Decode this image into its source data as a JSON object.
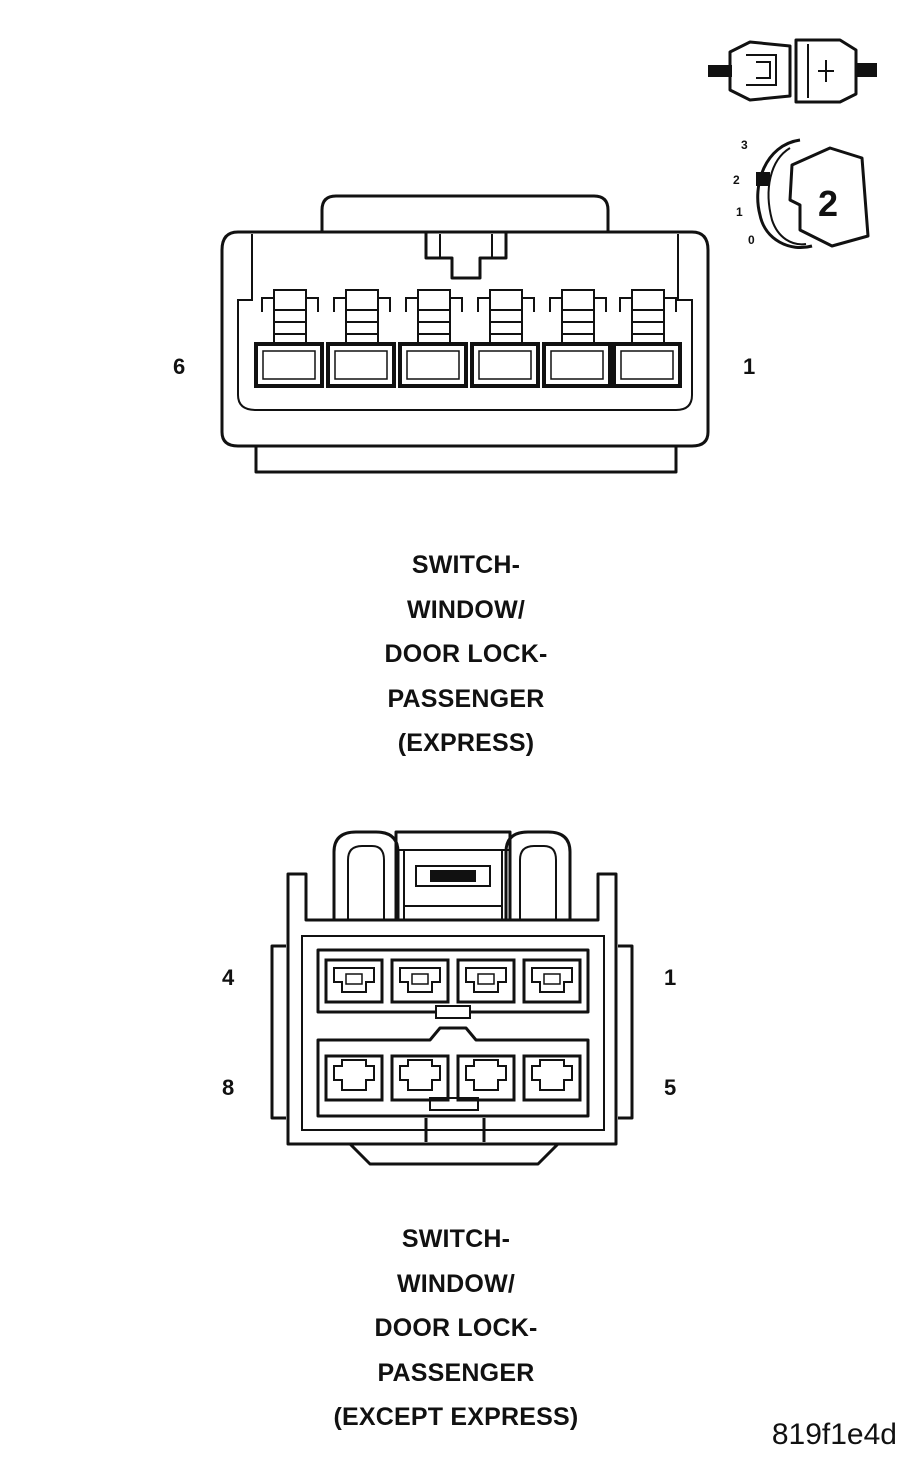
{
  "connector_top": {
    "pin_left": "6",
    "pin_right": "1",
    "caption": [
      "SWITCH-",
      "WINDOW/",
      "DOOR LOCK-",
      "PASSENGER",
      "(EXPRESS)"
    ]
  },
  "connector_bottom": {
    "pin_top_left": "4",
    "pin_top_right": "1",
    "pin_bottom_left": "8",
    "pin_bottom_right": "5",
    "caption": [
      "SWITCH-",
      "WINDOW/",
      "DOOR LOCK-",
      "PASSENGER",
      "(EXCEPT EXPRESS)"
    ]
  },
  "icon": {
    "dial_ticks": [
      "3",
      "2",
      "1",
      "0"
    ],
    "view_number": "2"
  },
  "figure_id": "819f1e4d"
}
